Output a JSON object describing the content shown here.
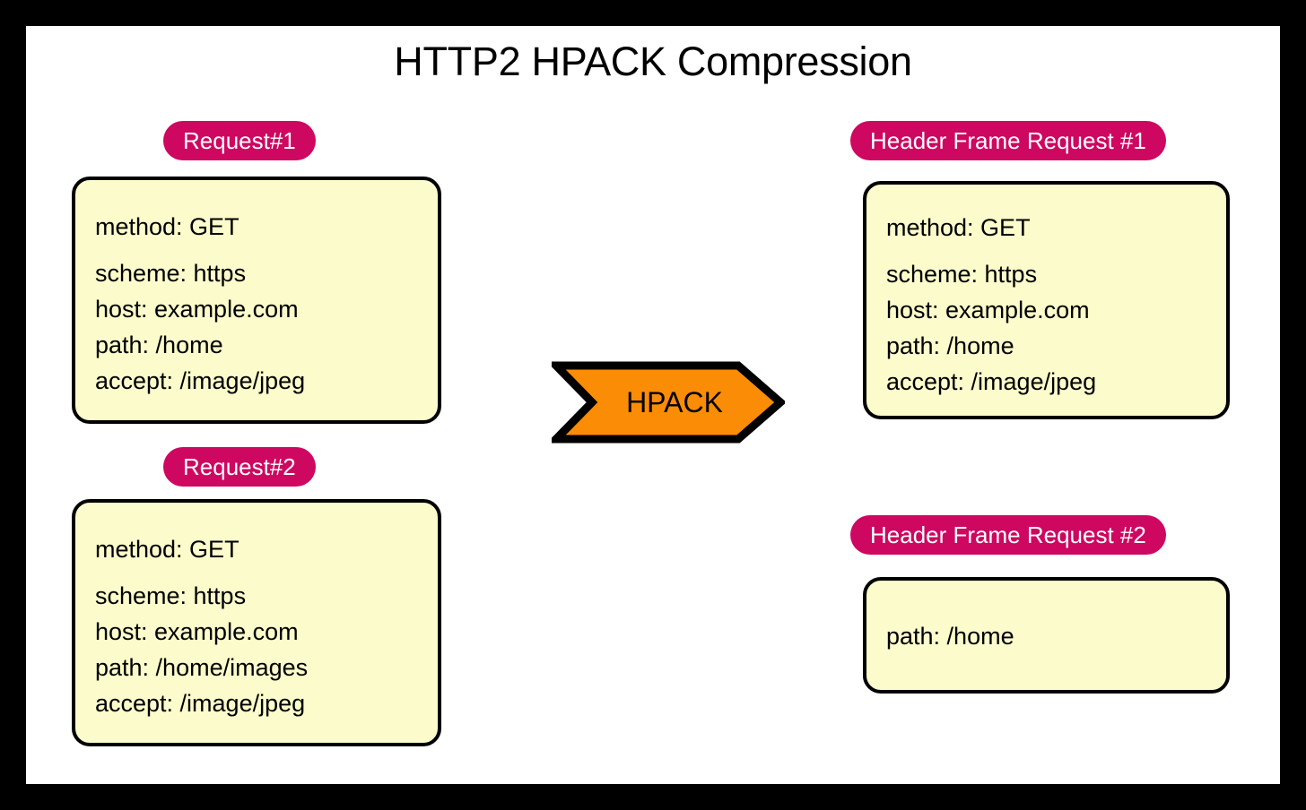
{
  "page": {
    "title": "HTTP2 HPACK Compression",
    "frame_color": "#000000",
    "canvas_color": "#ffffff",
    "pill_color": "#CE0760",
    "box_fill_color": "#FBFBCB",
    "box_border_color": "#000000",
    "arrow_fill_color": "#FB8C05",
    "text_color": "#000000"
  },
  "left_column": {
    "request1": {
      "pill_label": "Request#1",
      "lines": [
        "method: GET",
        "scheme: https",
        "host: example.com",
        "path: /home",
        "accept: /image/jpeg"
      ]
    },
    "request2": {
      "pill_label": "Request#2",
      "lines": [
        "method: GET",
        "scheme: https",
        "host: example.com",
        "path: /home/images",
        "accept: /image/jpeg"
      ]
    }
  },
  "middle": {
    "arrow_label": "HPACK"
  },
  "right_column": {
    "header_frame1": {
      "pill_label": "Header Frame Request #1",
      "lines": [
        "method: GET",
        "scheme: https",
        "host: example.com",
        "path: /home",
        "accept: /image/jpeg"
      ]
    },
    "header_frame2": {
      "pill_label": "Header Frame Request #2",
      "lines": [
        "path: /home"
      ]
    }
  }
}
